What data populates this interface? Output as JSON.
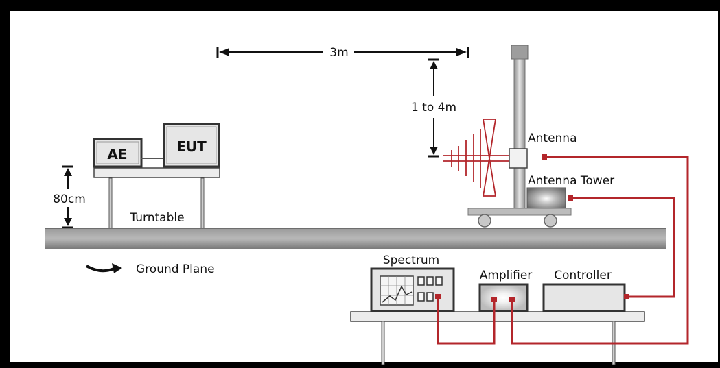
{
  "labels": {
    "distance": "3m",
    "height_range": "1 to 4m",
    "table_height": "80cm",
    "turntable": "Turntable",
    "ground_plane": "Ground Plane",
    "ae": "AE",
    "eut": "EUT",
    "antenna": "Antenna",
    "antenna_tower": "Antenna Tower",
    "spectrum": "Spectrum",
    "amplifier": "Amplifier",
    "controller": "Controller"
  },
  "colors": {
    "cable": "#b3262b",
    "background": "#ffffff",
    "frame": "#000000",
    "ground": "#8c8c8c",
    "equipment_fill": "#e6e6e6",
    "equipment_stroke": "#333333"
  }
}
